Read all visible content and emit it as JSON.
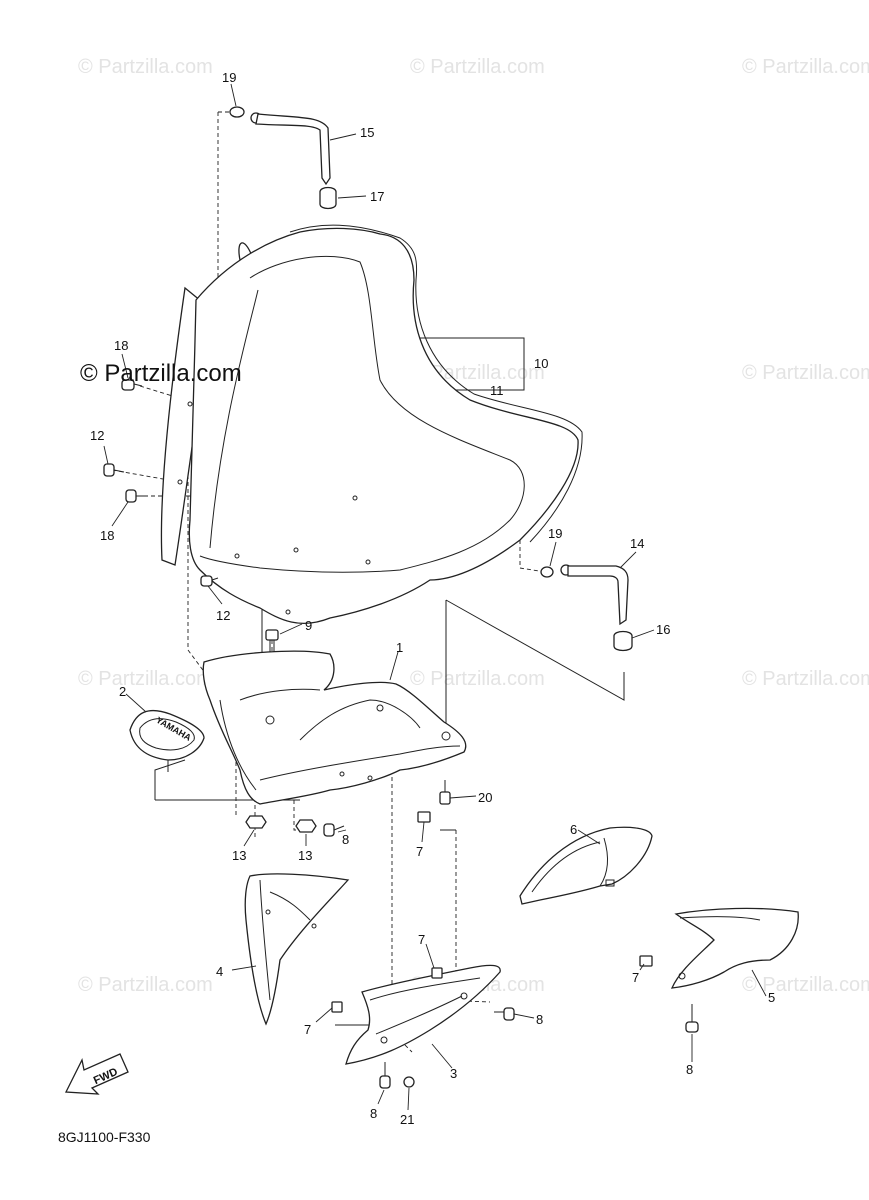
{
  "watermark": "© Partzilla.com",
  "brand_label": "© Partzilla.com",
  "diagram_code": "8GJ1100-F330",
  "fwd_label": "FWD",
  "emblem_text": "YAMAHA",
  "callouts": {
    "c19a": "19",
    "c15": "15",
    "c17": "17",
    "c18a": "18",
    "c10": "10",
    "c11": "11",
    "c12a": "12",
    "c18b": "18",
    "c19b": "19",
    "c14": "14",
    "c16": "16",
    "c12b": "12",
    "c9": "9",
    "c1": "1",
    "c2": "2",
    "c20": "20",
    "c13a": "13",
    "c13b": "13",
    "c8a": "8",
    "c7a": "7",
    "c6": "6",
    "c4": "4",
    "c7b": "7",
    "c5": "5",
    "c7c": "7",
    "c8b": "8",
    "c7d": "7",
    "c3": "3",
    "c8c": "8",
    "c8d": "8",
    "c21": "21"
  }
}
